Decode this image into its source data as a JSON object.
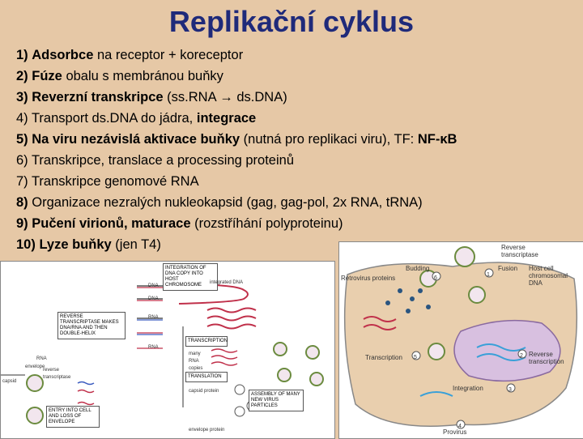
{
  "title": "Replikační cyklus",
  "steps": [
    {
      "num": "1)",
      "bold": "Adsorbce",
      "rest": " na receptor + koreceptor",
      "num_bold": true
    },
    {
      "num": "2)",
      "bold": "Fúze",
      "rest": " obalu s membránou buňky",
      "num_bold": true
    },
    {
      "num": "3)",
      "bold": "Reverzní transkripce",
      "rest": " (ss.RNA → ds.DNA)",
      "num_bold": true
    },
    {
      "num": "4)",
      "pre": " Transport ds.DNA do jádra, ",
      "bold": "integrace",
      "rest": "",
      "num_bold": false
    },
    {
      "num": "5)",
      "bold": "Na viru nezávislá aktivace buňky",
      "rest": " (nutná pro replikaci viru), TF: ",
      "bold2": "NF-κB",
      "num_bold": true
    },
    {
      "num": "6)",
      "pre": " Transkripce, translace a processing proteinů",
      "bold": "",
      "rest": "",
      "num_bold": false
    },
    {
      "num": "7)",
      "pre": " Transkripce genomové RNA",
      "bold": "",
      "rest": "",
      "num_bold": false
    },
    {
      "num": "8)",
      "pre": " Organizace nezralých nukleokapsid (gag, gag-pol, 2x RNA, tRNA)",
      "bold": "",
      "rest": "",
      "num_bold": true
    },
    {
      "num": "9)",
      "bold": "Pučení virionů, maturace",
      "rest": " (rozstříhání polyproteinu)",
      "num_bold": true
    },
    {
      "num": "10)",
      "bold": "Lyze buňky",
      "rest": " (jen T4)",
      "num_bold": true
    }
  ],
  "fig_left": {
    "box_integration": "INTEGRATION OF DNA COPY INTO HOST CHROMOSOME",
    "integrated_dna": "integrated DNA",
    "box_reverse": "REVERSE TRANSCRIPTASE MAKES DNA/RNA AND THEN DOUBLE-HELIX",
    "transcription": "TRANSCRIPTION",
    "many_rna": "many RNA copies",
    "translation": "TRANSLATION",
    "capsid": "capsid protein",
    "envelope_protein": "envelope protein",
    "box_assembly": "ASSEMBLY OF MANY NEW VIRUS PARTICLES",
    "box_entry": "ENTRY INTO CELL AND LOSS OF ENVELOPE",
    "rna": "RNA",
    "envelope": "envelope",
    "rev_tr": "reverse transcriptase",
    "capsid2": "capsid",
    "dna1": "DNA",
    "dna2": "DNA",
    "rna2": "RNA",
    "rna3": "RNA"
  },
  "fig_right": {
    "reverse_transcriptase": "Reverse transcriptase",
    "budding": "Budding",
    "retrovirus_proteins": "Retrovirus proteins",
    "fusion": "Fusion",
    "host_chrom": "Host cell chromosomal DNA",
    "transcription": "Transcription",
    "reverse_transcription": "Reverse transcription",
    "integration": "Integration",
    "provirus": "Provirus",
    "n1": "1",
    "n2": "2",
    "n3": "3",
    "n4": "4",
    "n5": "5",
    "n6": "6"
  }
}
